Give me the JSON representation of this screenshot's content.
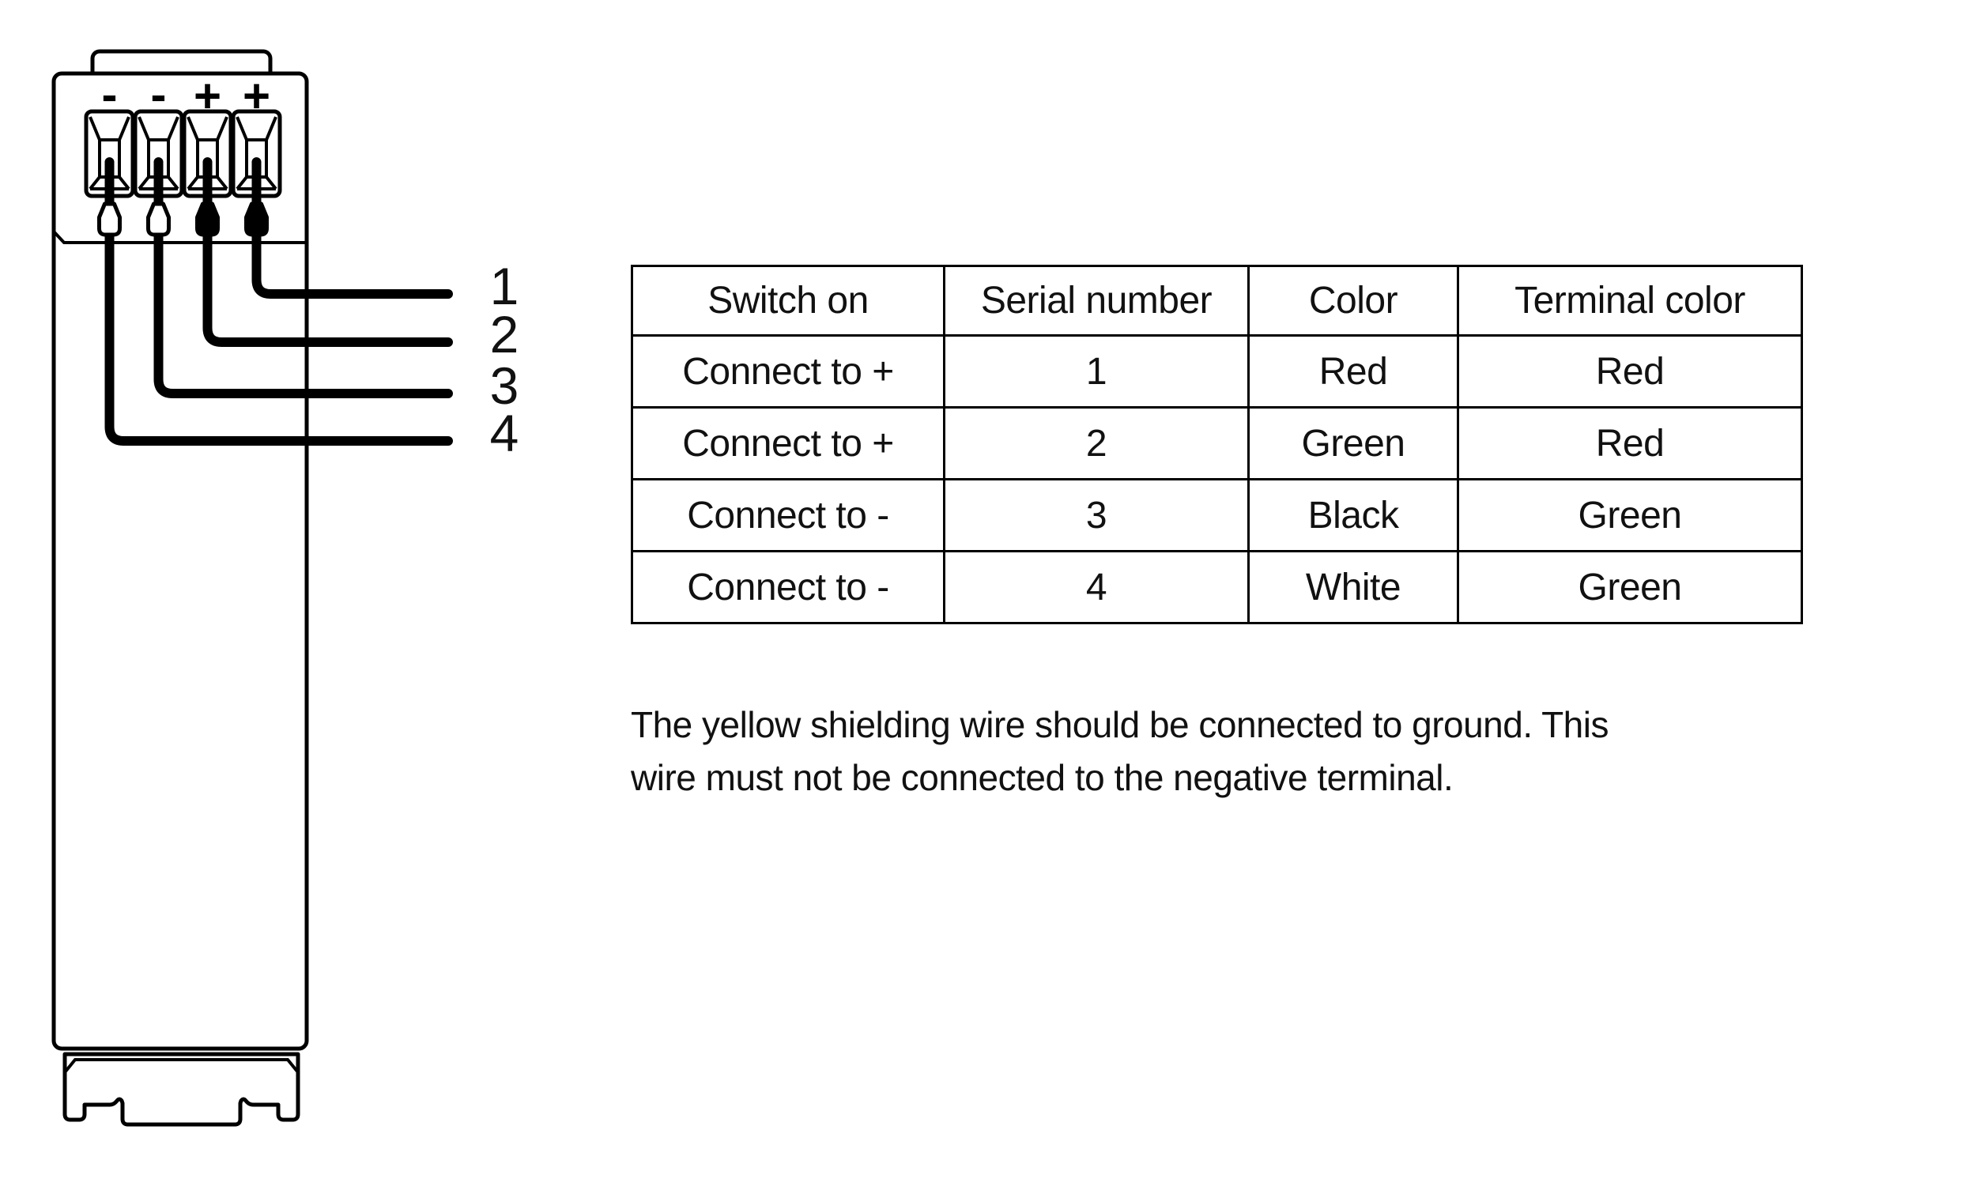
{
  "colors": {
    "ink": "#000000",
    "paper": "#ffffff"
  },
  "diagram": {
    "terminal_polarity": [
      "-",
      "-",
      "+",
      "+"
    ],
    "wire_labels": [
      "1",
      "2",
      "3",
      "4"
    ]
  },
  "table": {
    "headers": [
      "Switch on",
      "Serial number",
      "Color",
      "Terminal color"
    ],
    "rows": [
      [
        "Connect to +",
        "1",
        "Red",
        "Red"
      ],
      [
        "Connect to +",
        "2",
        "Green",
        "Red"
      ],
      [
        "Connect to -",
        "3",
        "Black",
        "Green"
      ],
      [
        "Connect to -",
        "4",
        "White",
        "Green"
      ]
    ]
  },
  "note": {
    "lines": [
      "The yellow shielding wire should be connected to ground. This",
      "wire must not be connected to the negative terminal."
    ]
  }
}
